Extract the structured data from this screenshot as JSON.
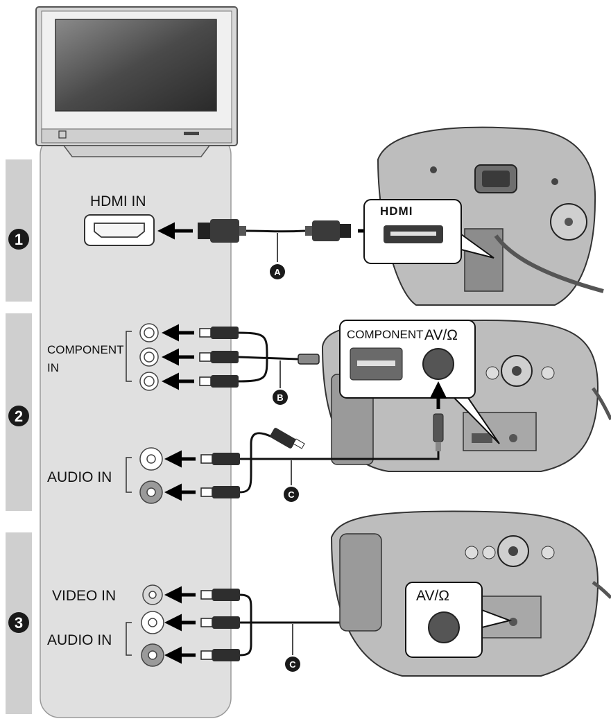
{
  "steps": [
    {
      "number": "1"
    },
    {
      "number": "2"
    },
    {
      "number": "3"
    }
  ],
  "tv": {
    "hdmi_in": "HDMI IN",
    "component_in_line1": "COMPONENT",
    "component_in_line2": "IN",
    "audio_in": "AUDIO IN",
    "video_in": "VIDEO IN",
    "audio_in_2": "AUDIO IN"
  },
  "camera": {
    "hdmi_logo": "HDMI",
    "component": "COMPONENT",
    "av_headphone": "AV/Ω",
    "av_headphone_2": "AV/Ω"
  },
  "cables": {
    "a": "A",
    "b": "B",
    "c": "C",
    "c2": "C"
  },
  "colors": {
    "step_band": "#cfcfcf",
    "tv_panel": "#e0e0e0",
    "badge": "#1a1a1a",
    "camera_body": "#bdbdbd",
    "camera_dark": "#6e6e6e"
  }
}
